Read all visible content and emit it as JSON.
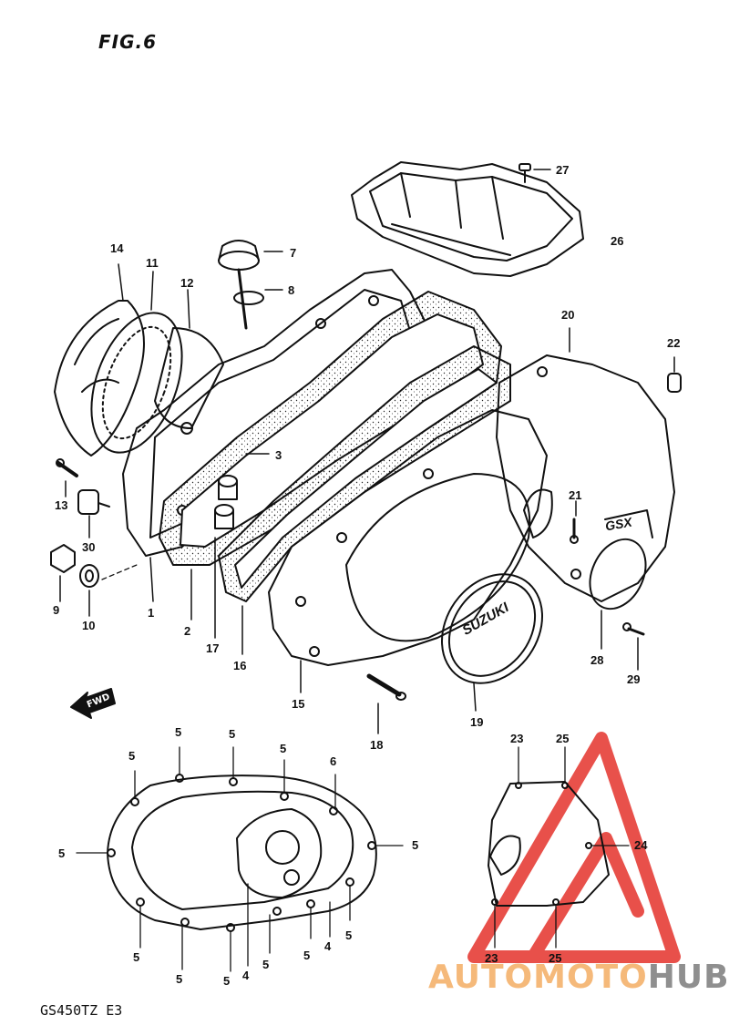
{
  "figure": {
    "title": "FIG.6",
    "model": "GS450TZ  E3",
    "forward_arrow": "FWD"
  },
  "watermark": {
    "part1": "AUTOMOTO",
    "part2": "HUB",
    "accent_color": "#e4322b",
    "secondary_color": "#f5b97a"
  },
  "colors": {
    "line": "#111111",
    "background": "#ffffff"
  },
  "callouts": [
    {
      "id": "c27",
      "text": "27"
    },
    {
      "id": "c26",
      "text": "26"
    },
    {
      "id": "c7",
      "text": "7"
    },
    {
      "id": "c8",
      "text": "8"
    },
    {
      "id": "c14",
      "text": "14"
    },
    {
      "id": "c11",
      "text": "11"
    },
    {
      "id": "c12",
      "text": "12"
    },
    {
      "id": "c20",
      "text": "20"
    },
    {
      "id": "c22",
      "text": "22"
    },
    {
      "id": "c3",
      "text": "3"
    },
    {
      "id": "c13",
      "text": "13"
    },
    {
      "id": "c30",
      "text": "30"
    },
    {
      "id": "c21",
      "text": "21"
    },
    {
      "id": "c9",
      "text": "9"
    },
    {
      "id": "c10",
      "text": "10"
    },
    {
      "id": "c1",
      "text": "1"
    },
    {
      "id": "c2",
      "text": "2"
    },
    {
      "id": "c17",
      "text": "17"
    },
    {
      "id": "c16",
      "text": "16"
    },
    {
      "id": "c15",
      "text": "15"
    },
    {
      "id": "c28",
      "text": "28"
    },
    {
      "id": "c29",
      "text": "29"
    },
    {
      "id": "c18",
      "text": "18"
    },
    {
      "id": "c19",
      "text": "19"
    },
    {
      "id": "d5a",
      "text": "5"
    },
    {
      "id": "d5b",
      "text": "5"
    },
    {
      "id": "d5c",
      "text": "5"
    },
    {
      "id": "d5d",
      "text": "5"
    },
    {
      "id": "d6",
      "text": "6"
    },
    {
      "id": "d5e",
      "text": "5"
    },
    {
      "id": "d5f",
      "text": "5"
    },
    {
      "id": "d5g",
      "text": "5"
    },
    {
      "id": "d5h",
      "text": "5"
    },
    {
      "id": "d5i",
      "text": "5"
    },
    {
      "id": "d4a",
      "text": "4"
    },
    {
      "id": "d5j",
      "text": "5"
    },
    {
      "id": "d5k",
      "text": "5"
    },
    {
      "id": "d4b",
      "text": "4"
    },
    {
      "id": "d5l",
      "text": "5"
    },
    {
      "id": "d5m",
      "text": "5"
    },
    {
      "id": "e23a",
      "text": "23"
    },
    {
      "id": "e25a",
      "text": "25"
    },
    {
      "id": "e24",
      "text": "24"
    },
    {
      "id": "e23b",
      "text": "23"
    },
    {
      "id": "e25b",
      "text": "25"
    }
  ],
  "badges": {
    "cover_logo": "SUZUKI",
    "case_badge": "GSX"
  }
}
